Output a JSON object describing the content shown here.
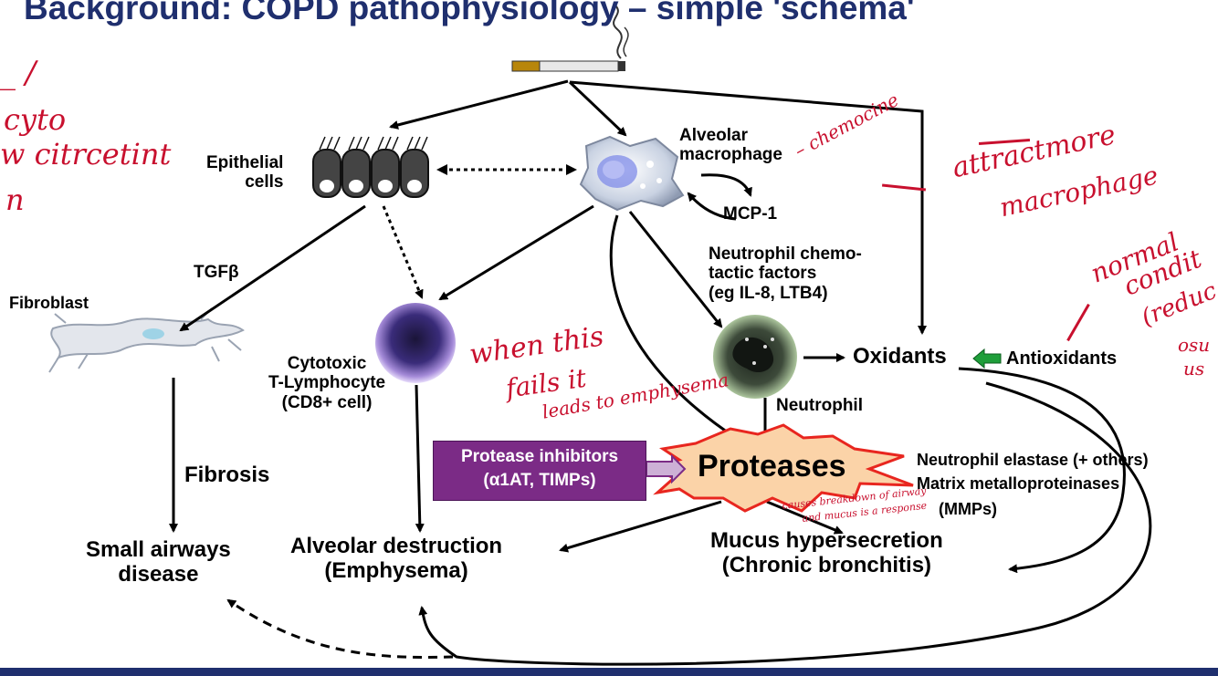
{
  "header": {
    "title": "Background: COPD pathophysiology – simple 'schema'"
  },
  "labels": {
    "epithelial": "Epithelial\ncells",
    "alveolar_macrophage": "Alveolar\nmacrophage",
    "mcp1": "MCP-1",
    "neutrophil_factors": "Neutrophil chemo-\ntactic factors\n(eg IL-8, LTB4)",
    "tgf": "TGFβ",
    "fibroblast": "Fibroblast",
    "cytotoxic": "Cytotoxic\nT-Lymphocyte\n(CD8+ cell)",
    "oxidants": "Oxidants",
    "antioxidants": "Antioxidants",
    "neutrophil": "Neutrophil",
    "protease_inhibitors_line1": "Protease inhibitors",
    "protease_inhibitors_line2": "(α1AT, TIMPs)",
    "proteases": "Proteases",
    "neutrophil_elastase": "Neutrophil elastase (+ others)",
    "mmp": "Matrix metalloproteinases",
    "mmp_abbr": "(MMPs)",
    "fibrosis": "Fibrosis",
    "small_airways": "Small airways\ndisease",
    "alveolar_destruction": "Alveolar destruction\n(Emphysema)",
    "mucus": "Mucus hypersecretion\n(Chronic bronchitis)"
  },
  "annotations": {
    "top_left_1": "_ /",
    "top_left_2": "cyto",
    "top_left_3": "w citrcetint",
    "top_left_4": "n",
    "chemo": "– chemocine",
    "attract": "attractmore",
    "attract2": "macrophage",
    "normal": "normal",
    "normal2": "condit",
    "normal3": "(reduc",
    "normal4": "osu",
    "normal5": "us",
    "when1": "when this",
    "when2": "fails it",
    "when3": "leads to emphysema",
    "causes1": "causes breakdown of airway",
    "causes2": "and mucus is a response"
  },
  "colors": {
    "title": "#1f2f6e",
    "annotation": "#c8102e",
    "protease_box": "#7b2b86",
    "burst_fill": "#fbd3a8",
    "burst_stroke": "#e8261f",
    "antioxidant_arrow": "#1f9e3a"
  }
}
